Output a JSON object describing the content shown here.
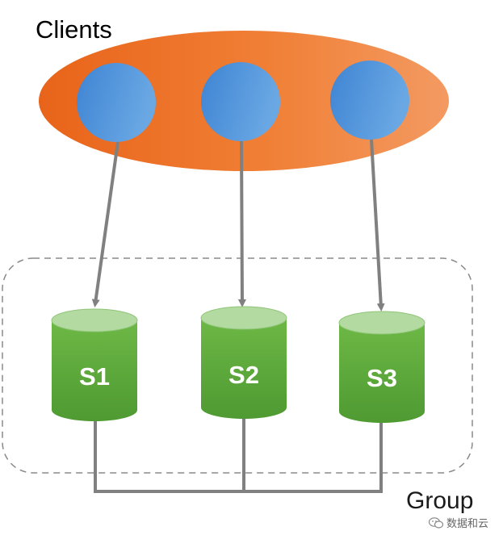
{
  "diagram": {
    "clients_label": "Clients",
    "group_label": "Group",
    "servers": [
      {
        "label": "S1"
      },
      {
        "label": "S2"
      },
      {
        "label": "S3"
      }
    ],
    "client_count": 3
  },
  "watermark": {
    "text": "数据和云"
  },
  "colors": {
    "clients_ellipse": "#EE7527",
    "client_node": "#4A8ED6",
    "server_body": "#5DAA3C",
    "server_top": "#B3DAA0",
    "arrow": "#808080",
    "group_border": "#8A8A8A"
  }
}
